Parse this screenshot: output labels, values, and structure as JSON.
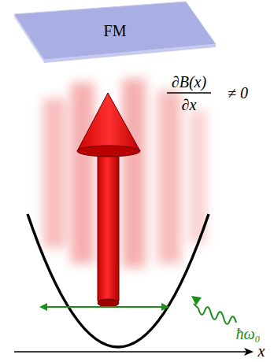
{
  "diagram": {
    "nodes": [
      {
        "text": [
          "FM"
        ]
      }
    ],
    "labels": [
      "∂B(x)",
      "∂x",
      "≠ 0",
      "ħω₀",
      "x"
    ]
  }
}
